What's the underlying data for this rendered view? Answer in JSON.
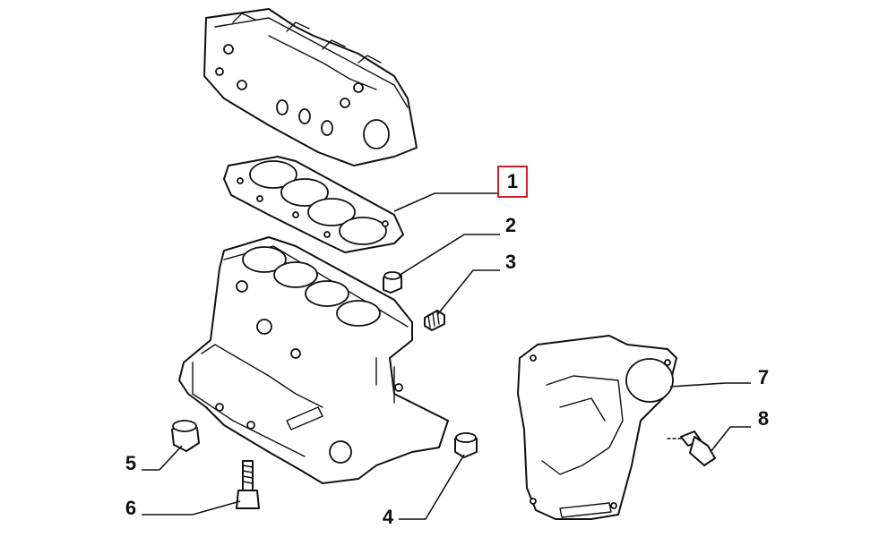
{
  "callouts": [
    {
      "id": "1",
      "label": "1",
      "selected": true,
      "selected_color": "#d0202a"
    },
    {
      "id": "2",
      "label": "2"
    },
    {
      "id": "3",
      "label": "3"
    },
    {
      "id": "4",
      "label": "4"
    },
    {
      "id": "5",
      "label": "5"
    },
    {
      "id": "6",
      "label": "6"
    },
    {
      "id": "7",
      "label": "7"
    },
    {
      "id": "8",
      "label": "8"
    }
  ]
}
